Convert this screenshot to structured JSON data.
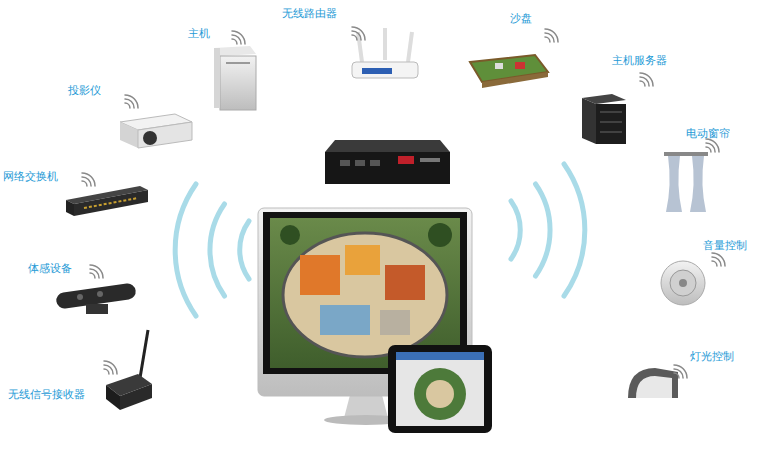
{
  "diagram": {
    "labels": [
      "主机",
      "无线路由器",
      "沙盘",
      "主机服务器",
      "电动窗帘",
      "音量控制",
      "灯光控制",
      "投影仪",
      "网络交换机",
      "体感设备",
      "无线信号接收器"
    ]
  }
}
